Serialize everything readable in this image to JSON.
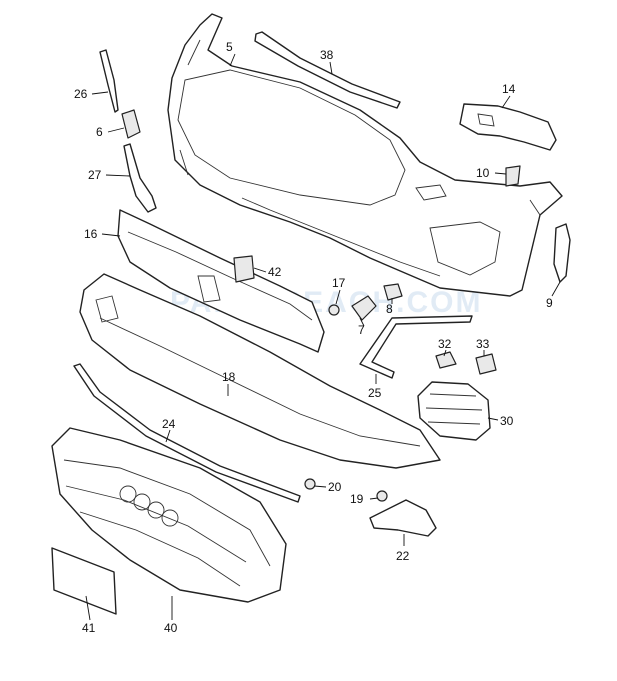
{
  "watermark": "PARTSREACH.COM",
  "callouts": [
    {
      "id": "c5",
      "label": "5"
    },
    {
      "id": "c38",
      "label": "38"
    },
    {
      "id": "c26",
      "label": "26"
    },
    {
      "id": "c6",
      "label": "6"
    },
    {
      "id": "c14",
      "label": "14"
    },
    {
      "id": "c27",
      "label": "27"
    },
    {
      "id": "c10",
      "label": "10"
    },
    {
      "id": "c16",
      "label": "16"
    },
    {
      "id": "c42",
      "label": "42"
    },
    {
      "id": "c17",
      "label": "17"
    },
    {
      "id": "c8",
      "label": "8"
    },
    {
      "id": "c9",
      "label": "9"
    },
    {
      "id": "c7",
      "label": "7"
    },
    {
      "id": "c32",
      "label": "32"
    },
    {
      "id": "c33",
      "label": "33"
    },
    {
      "id": "c18",
      "label": "18"
    },
    {
      "id": "c25",
      "label": "25"
    },
    {
      "id": "c30",
      "label": "30"
    },
    {
      "id": "c24",
      "label": "24"
    },
    {
      "id": "c20",
      "label": "20"
    },
    {
      "id": "c19",
      "label": "19"
    },
    {
      "id": "c22",
      "label": "22"
    },
    {
      "id": "c41",
      "label": "41"
    },
    {
      "id": "c40",
      "label": "40"
    }
  ]
}
